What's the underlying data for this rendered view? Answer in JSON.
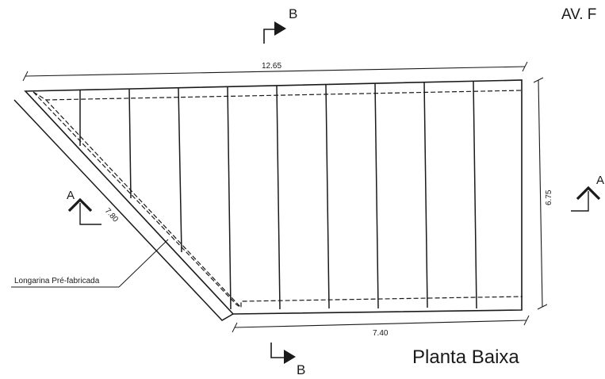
{
  "title": "Planta Baixa",
  "street_label": "AV. F",
  "dimensions": {
    "top": "12.65",
    "bottom": "7.40",
    "right": "6.75",
    "diagonal": "7.80"
  },
  "sections": {
    "a_left": "A",
    "a_right": "A",
    "b_top": "B",
    "b_bottom": "B"
  },
  "annotation": "Longarina Pré-fabricada",
  "colors": {
    "ink": "#1a1a1a",
    "background": "#ffffff"
  }
}
